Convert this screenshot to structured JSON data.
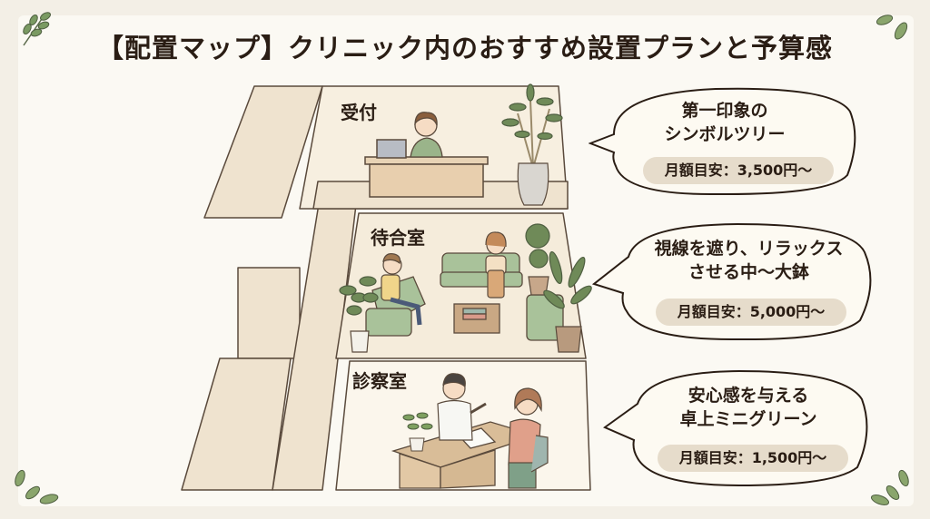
{
  "title": "【配置マップ】クリニック内のおすすめ設置プランと予算感",
  "rooms": [
    {
      "id": "reception",
      "label": "受付"
    },
    {
      "id": "waiting",
      "label": "待合室"
    },
    {
      "id": "exam",
      "label": "診察室"
    }
  ],
  "bubbles": [
    {
      "line1": "第一印象の",
      "line2": "シンボルツリー",
      "price": "月額目安：3,500円〜"
    },
    {
      "line1": "視線を遮り、リラックス",
      "line2": "させる中〜大鉢",
      "price": "月額目安：5,000円〜"
    },
    {
      "line1": "安心感を与える",
      "line2": "卓上ミニグリーン",
      "price": "月額目安：1,500円〜"
    }
  ],
  "colors": {
    "background": "#f3efe6",
    "card": "#fbf9f3",
    "floor": "#efe3cf",
    "outline": "#5a4a3c",
    "leaf": "#7a9a62",
    "price_pill": "#e6dccb",
    "sofa": "#a9c29a"
  }
}
